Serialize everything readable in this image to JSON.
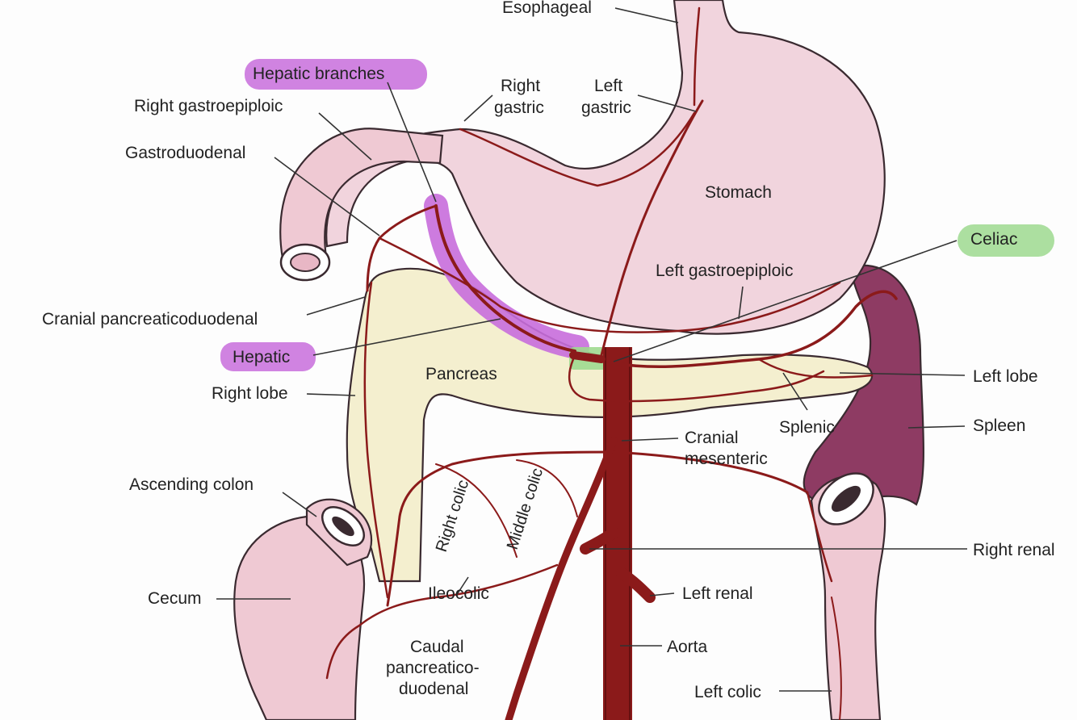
{
  "colors": {
    "stomach": "#f1d4dd",
    "pancreas": "#f4efcf",
    "spleen": "#8e3b63",
    "intestine": "#efc9d3",
    "artery": "#8b1a1a",
    "highlight_purple": "#c86ddc",
    "highlight_green": "#9ed98f"
  },
  "labels": {
    "esophageal": "Esophageal",
    "hepatic_branches": "Hepatic branches",
    "right_gastric_1": "Right",
    "right_gastric_2": "gastric",
    "left_gastric_1": "Left",
    "left_gastric_2": "gastric",
    "right_gastroepiploic": "Right gastroepiploic",
    "gastroduodenal": "Gastroduodenal",
    "stomach": "Stomach",
    "celiac": "Celiac",
    "left_gastroepiploic": "Left gastroepiploic",
    "cranial_pancreaticoduodenal": "Cranial pancreaticoduodenal",
    "hepatic": "Hepatic",
    "pancreas": "Pancreas",
    "left_lobe": "Left lobe",
    "right_lobe": "Right lobe",
    "splenic": "Splenic",
    "spleen": "Spleen",
    "cranial_mesenteric_1": "Cranial",
    "cranial_mesenteric_2": "mesenteric",
    "ascending_colon": "Ascending colon",
    "right_colic": "Right colic",
    "middle_colic": "Middle colic",
    "right_renal": "Right renal",
    "cecum": "Cecum",
    "ileocolic": "Ileocolic",
    "left_renal": "Left renal",
    "caudal_pd_1": "Caudal",
    "caudal_pd_2": "pancreatico-",
    "caudal_pd_3": "duodenal",
    "aorta": "Aorta",
    "left_colic": "Left colic"
  }
}
